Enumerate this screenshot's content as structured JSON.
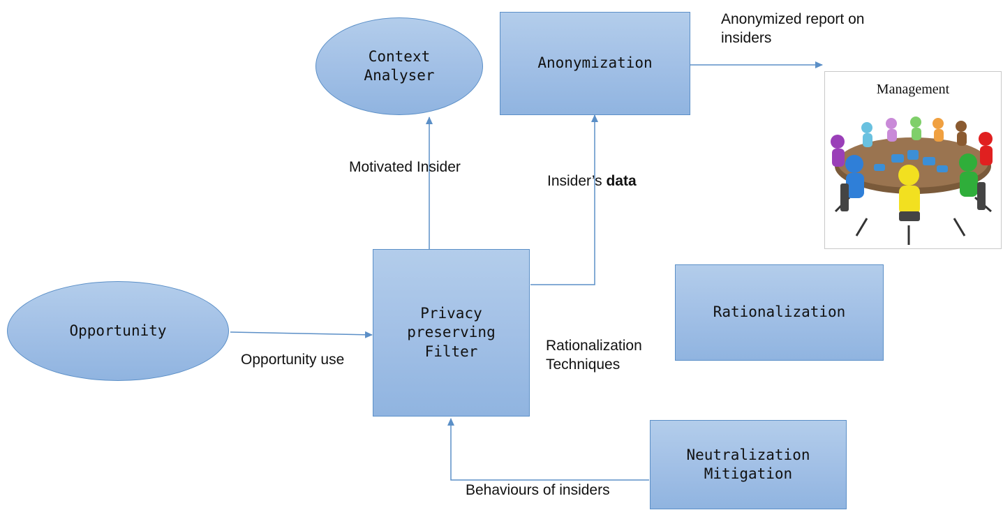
{
  "nodes": {
    "context_analyser": "Context\nAnalyser",
    "anonymization": "Anonymization",
    "opportunity": "Opportunity",
    "privacy_filter": "Privacy\npreserving\nFilter",
    "rationalization": "Rationalization",
    "neutralization": "Neutralization\nMitigation"
  },
  "edge_labels": {
    "motivated_insider": "Motivated Insider",
    "insiders_data_prefix": "Insider’s ",
    "insiders_data_bold": "data",
    "anonymized_report": "Anonymized report on\ninsiders",
    "opportunity_use": "Opportunity use",
    "rationalization_techniques": "Rationalization\nTechniques",
    "behaviours": "Behaviours of insiders"
  },
  "management": {
    "title": "Management"
  },
  "colors": {
    "node_fill": "#a2c0e6",
    "node_border": "#5b8fc7",
    "arrow": "#5b8fc7"
  }
}
